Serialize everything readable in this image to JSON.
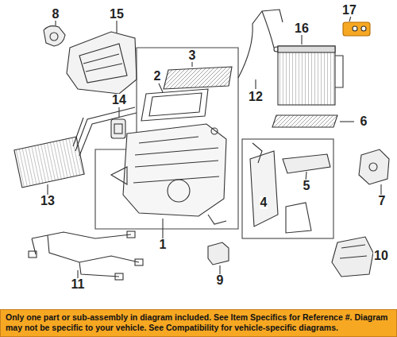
{
  "diagram": {
    "nodes": [
      {
        "text": [
          "Only one part or sub-assembly in diagram included. See Item Specifics for Reference #. Diagram may not be specific to your vehicle. See Compatibility for vehicle-specific diagrams."
        ]
      }
    ],
    "labels": [
      "8",
      "15",
      "12",
      "16",
      "17",
      "3",
      "2",
      "14",
      "6",
      "13",
      "5",
      "7",
      "1",
      "4",
      "10",
      "11",
      "9"
    ]
  }
}
